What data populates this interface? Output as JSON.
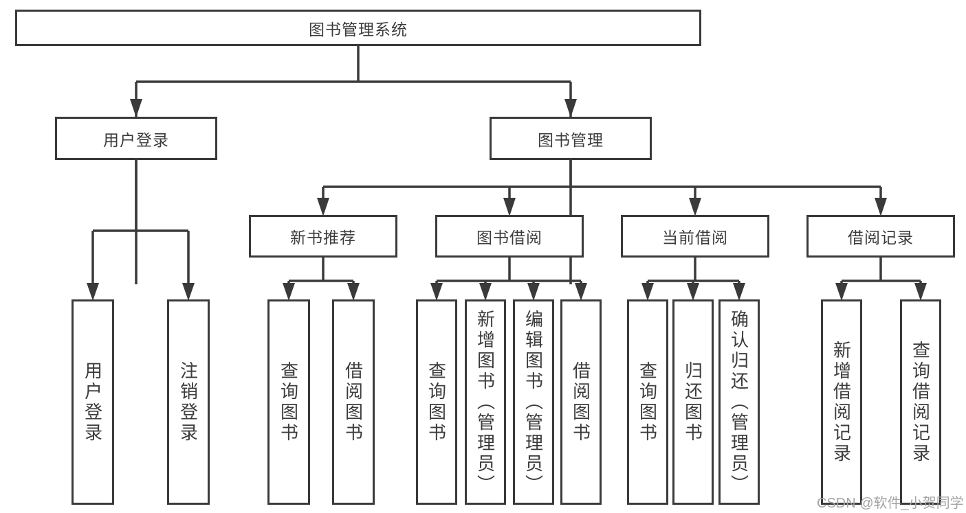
{
  "diagram_title": "图书管理系统",
  "watermark": "CSDN @软件_小贺同学",
  "colors": {
    "line": "#3a3a3a",
    "text": "#3c3c3c",
    "watermark": "#a5a5a8",
    "background": "#ffffff"
  },
  "tree": {
    "label": "图书管理系统",
    "children": [
      {
        "label": "用户登录",
        "children": [
          {
            "label": "用户登录"
          },
          {
            "label": "注销登录"
          }
        ]
      },
      {
        "label": "图书管理",
        "children": [
          {
            "label": "新书推荐",
            "children": [
              {
                "label": "查询图书"
              },
              {
                "label": "借阅图书"
              }
            ]
          },
          {
            "label": "图书借阅",
            "children": [
              {
                "label": "查询图书"
              },
              {
                "label": "新增图书（管理员）"
              },
              {
                "label": "编辑图书（管理员）"
              },
              {
                "label": "借阅图书"
              }
            ]
          },
          {
            "label": "当前借阅",
            "children": [
              {
                "label": "查询图书"
              },
              {
                "label": "归还图书"
              },
              {
                "label": "确认归还（管理员）"
              }
            ]
          },
          {
            "label": "借阅记录",
            "children": [
              {
                "label": "新增借阅记录"
              },
              {
                "label": "查询借阅记录"
              }
            ]
          }
        ]
      }
    ]
  }
}
